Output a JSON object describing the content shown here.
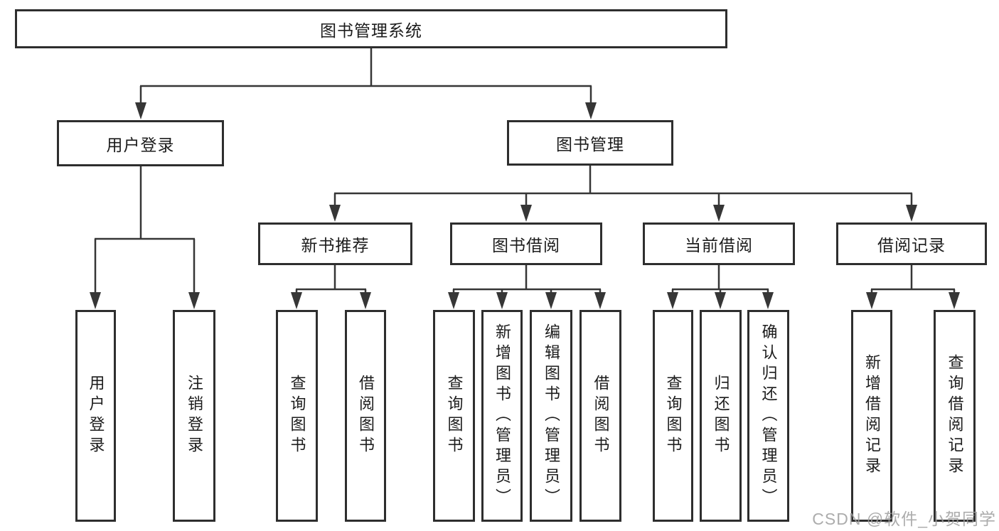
{
  "diagram": {
    "root": {
      "label": "图书管理系统"
    },
    "level2": [
      {
        "id": "user-login",
        "label": "用户登录"
      },
      {
        "id": "book-management",
        "label": "图书管理"
      }
    ],
    "level3": [
      {
        "id": "new-book-recommend",
        "label": "新书推荐",
        "parent": "图书管理"
      },
      {
        "id": "book-borrow",
        "label": "图书借阅",
        "parent": "图书管理"
      },
      {
        "id": "current-borrow",
        "label": "当前借阅",
        "parent": "图书管理"
      },
      {
        "id": "borrow-record",
        "label": "借阅记录",
        "parent": "图书管理"
      }
    ],
    "leaves": [
      {
        "label": "用户登录",
        "parent": "用户登录"
      },
      {
        "label": "注销登录",
        "parent": "用户登录"
      },
      {
        "label": "查询图书",
        "parent": "新书推荐"
      },
      {
        "label": "借阅图书",
        "parent": "新书推荐"
      },
      {
        "label": "查询图书",
        "parent": "图书借阅"
      },
      {
        "label": "新增图书（管理员）",
        "parent": "图书借阅"
      },
      {
        "label": "编辑图书（管理员）",
        "parent": "图书借阅"
      },
      {
        "label": "借阅图书",
        "parent": "图书借阅"
      },
      {
        "label": "查询图书",
        "parent": "当前借阅"
      },
      {
        "label": "归还图书",
        "parent": "当前借阅"
      },
      {
        "label": "确认归还（管理员）",
        "parent": "当前借阅"
      },
      {
        "label": "新增借阅记录",
        "parent": "借阅记录"
      },
      {
        "label": "查询借阅记录",
        "parent": "借阅记录"
      }
    ],
    "watermark": "CSDN @软件_小贺同学",
    "colors": {
      "line": "#363636",
      "box_border": "#2e2e2e",
      "text": "#1c1c1c",
      "background": "#ffffff",
      "watermark": "#9e9e9e"
    }
  }
}
